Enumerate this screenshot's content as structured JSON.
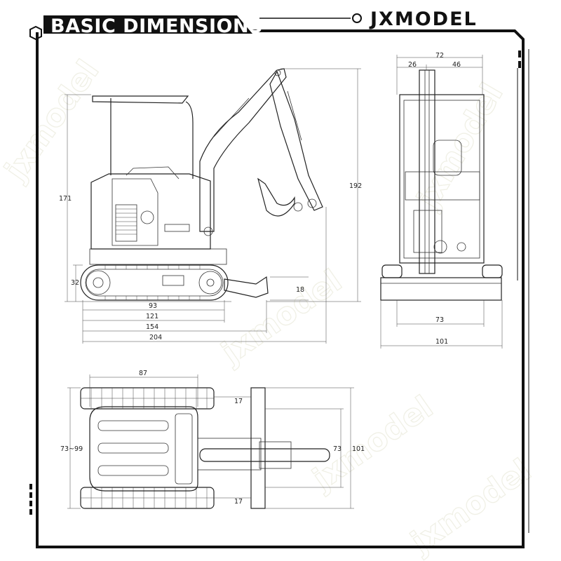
{
  "header": {
    "title": "BASIC DIMENSIONS",
    "brand": "JXMODEL"
  },
  "watermark": {
    "text": "jxmodel"
  },
  "colors": {
    "frame": "#111111",
    "line": "#333333",
    "watermark": "#f0f0e6",
    "background": "#ffffff"
  },
  "views": {
    "side": {
      "height_overall": "171",
      "height_max": "192",
      "track_height": "32",
      "blade_height": "18",
      "track_length": "93",
      "machine_length": "121",
      "machine_length_blade": "154",
      "length_overall": "204"
    },
    "front": {
      "width_overall": "72",
      "width_left": "26",
      "width_right": "46",
      "track_width": "73",
      "blade_width": "101"
    },
    "top": {
      "body_length": "87",
      "track_gauge": "73~99",
      "blade_gap_top": "17",
      "blade_gap_bottom": "17",
      "track_span": "73",
      "blade_span": "101"
    }
  }
}
